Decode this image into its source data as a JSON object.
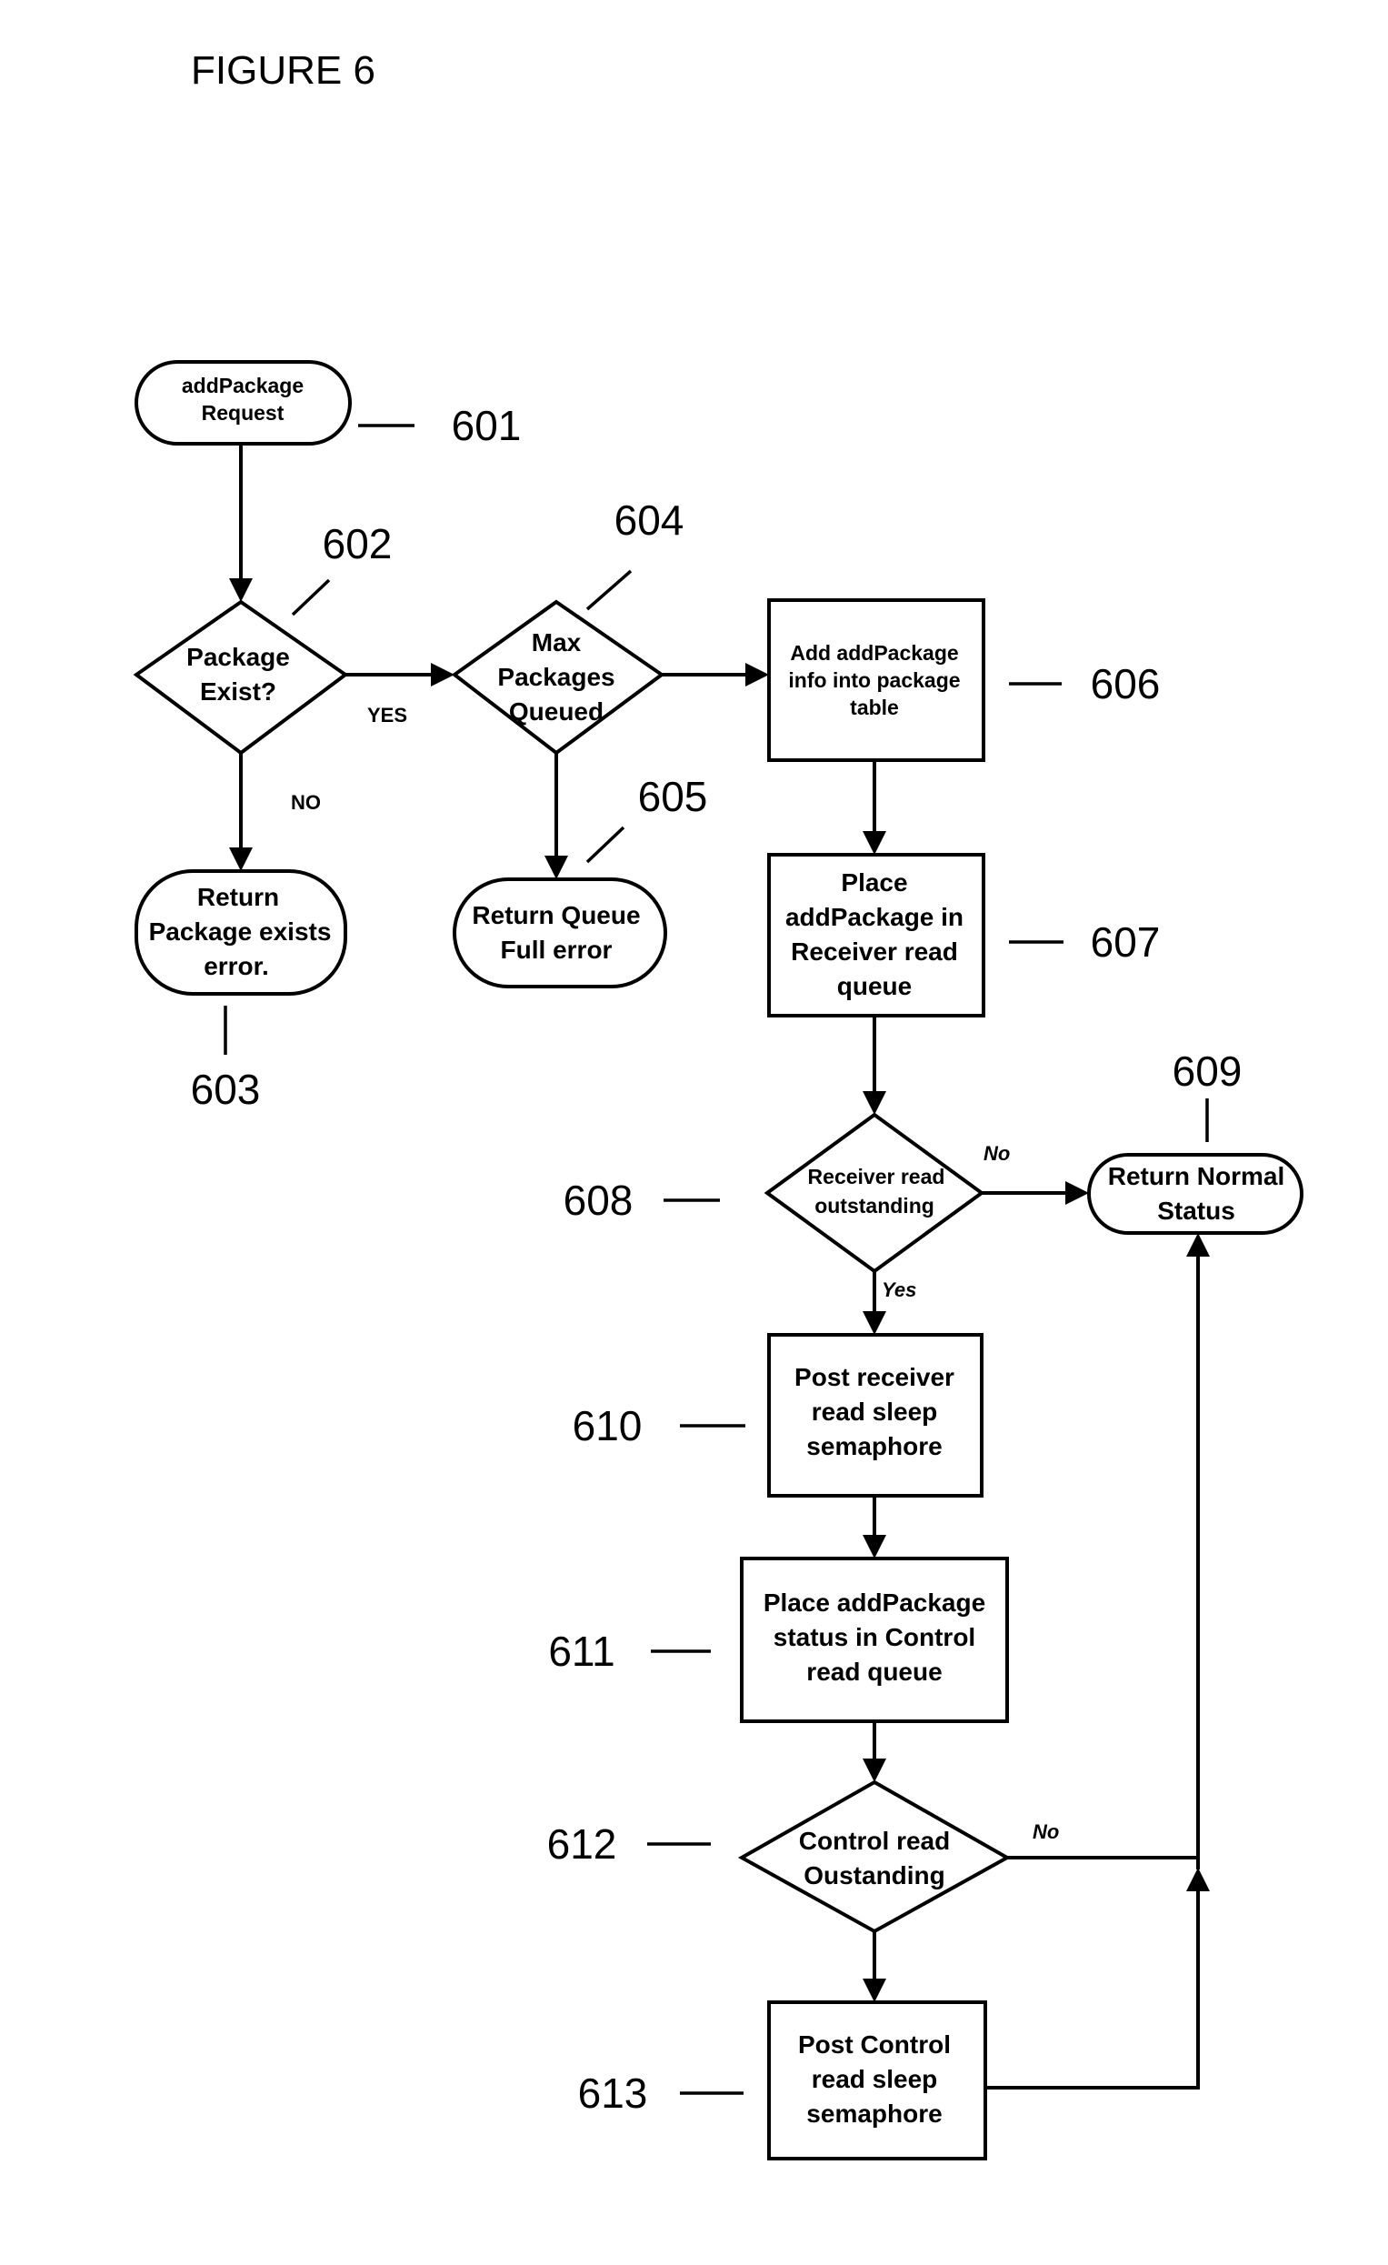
{
  "title": "FIGURE 6",
  "nodes": {
    "n601": {
      "ref": "601",
      "lines": [
        "addPackage",
        "Request"
      ]
    },
    "n602": {
      "ref": "602",
      "lines": [
        "Package",
        "Exist?"
      ]
    },
    "n603": {
      "ref": "603",
      "lines": [
        "Return",
        "Package exists",
        "error."
      ]
    },
    "n604": {
      "ref": "604",
      "lines": [
        "Max",
        "Packages",
        "Queued"
      ]
    },
    "n605": {
      "ref": "605",
      "lines": [
        "Return Queue",
        "Full error"
      ]
    },
    "n606": {
      "ref": "606",
      "lines": [
        "Add addPackage",
        "info into package",
        "table"
      ]
    },
    "n607": {
      "ref": "607",
      "lines": [
        "Place",
        "addPackage in",
        "Receiver read",
        "queue"
      ]
    },
    "n608": {
      "ref": "608",
      "lines": [
        "Receiver read",
        "outstanding"
      ]
    },
    "n609": {
      "ref": "609",
      "lines": [
        "Return Normal",
        "Status"
      ]
    },
    "n610": {
      "ref": "610",
      "lines": [
        "Post receiver",
        "read sleep",
        "semaphore"
      ]
    },
    "n611": {
      "ref": "611",
      "lines": [
        "Place addPackage",
        "status in Control",
        "read queue"
      ]
    },
    "n612": {
      "ref": "612",
      "lines": [
        "Control read",
        "Oustanding"
      ]
    },
    "n613": {
      "ref": "613",
      "lines": [
        "Post Control",
        "read sleep",
        "semaphore"
      ]
    }
  },
  "edge_labels": {
    "yes_602": "YES",
    "no_602": "NO",
    "no_608": "No",
    "yes_608": "Yes",
    "no_612": "No"
  }
}
